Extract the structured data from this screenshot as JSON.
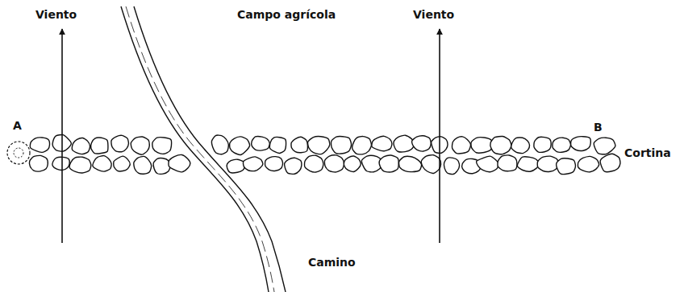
{
  "diagram": {
    "labels": [
      "Viento",
      "Campo agrícola",
      "Viento",
      "A",
      "B",
      "Cortina",
      "Camino"
    ]
  }
}
